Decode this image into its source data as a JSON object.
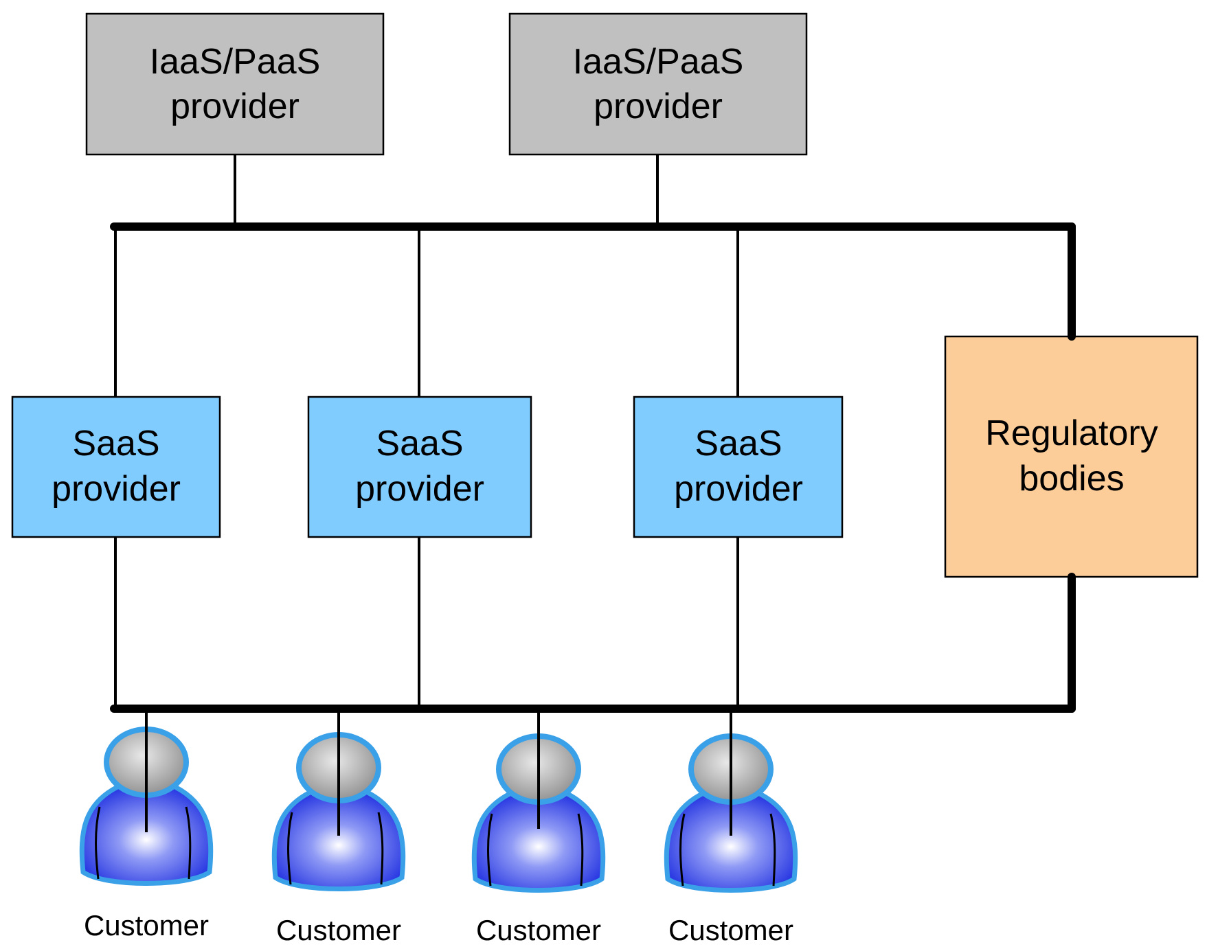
{
  "iaas_providers": [
    {
      "line1": "IaaS/PaaS",
      "line2": "provider"
    },
    {
      "line1": "IaaS/PaaS",
      "line2": "provider"
    }
  ],
  "saas_providers": [
    {
      "line1": "SaaS",
      "line2": "provider"
    },
    {
      "line1": "SaaS",
      "line2": "provider"
    },
    {
      "line1": "SaaS",
      "line2": "provider"
    }
  ],
  "regulatory": {
    "line1": "Regulatory",
    "line2": "bodies"
  },
  "customers": [
    {
      "label": "Customer"
    },
    {
      "label": "Customer"
    },
    {
      "label": "Customer"
    },
    {
      "label": "Customer"
    }
  ],
  "colors": {
    "iaas_fill": "#c0c0c0",
    "saas_fill": "#80ccff",
    "regulatory_fill": "#fccc99",
    "customer_body": "#2a3ae6",
    "customer_outline": "#3aa0e8",
    "customer_head": "#b0b0b0"
  }
}
